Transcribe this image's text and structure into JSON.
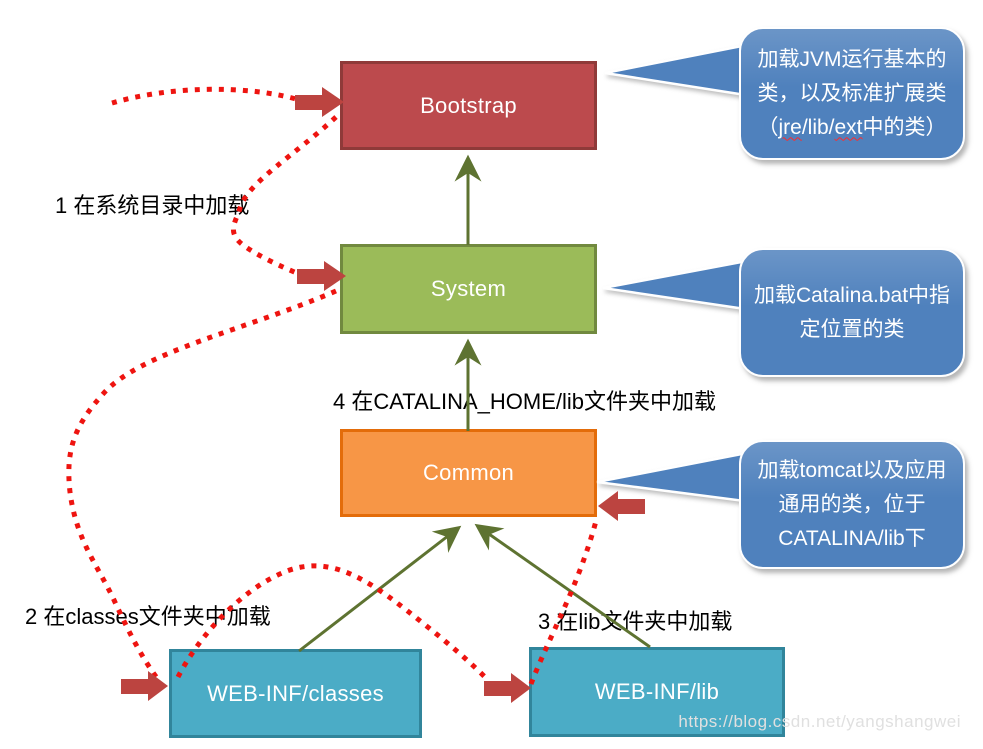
{
  "boxes": {
    "bootstrap": {
      "label": "Bootstrap"
    },
    "system": {
      "label": "System"
    },
    "common": {
      "label": "Common"
    },
    "webinf_classes": {
      "label": "WEB-INF/classes"
    },
    "webinf_lib": {
      "label": "WEB-INF/lib"
    }
  },
  "labels": {
    "step1": "1 在系统目录中加载",
    "step4": "4 在CATALINA_HOME/lib文件夹中加载",
    "step2": "2 在classes文件夹中加载",
    "step3": "3 在lib文件夹中加载"
  },
  "callouts": {
    "bootstrap_note": {
      "line1": "加载JVM运行基本的",
      "line2": "类，以及标准扩展类",
      "l3_open": "（",
      "l3_jre": "jre",
      "l3_mid": "/lib/",
      "l3_ext": "ext",
      "l3_close": "中的类）"
    },
    "system_note": {
      "line1": "加载Catalina.bat中指",
      "line2": "定位置的类"
    },
    "common_note": {
      "line1": "加载tomcat以及应用",
      "line2": "通用的类，位于",
      "line3": "CATALINA/lib下"
    }
  },
  "watermark": "https://blog.csdn.net/yangshangwei",
  "colors": {
    "bootstrap_fill": "#bc4a4d",
    "bootstrap_border": "#8f3a39",
    "system_fill": "#9bbb59",
    "system_border": "#71893f",
    "common_fill": "#f79646",
    "common_border": "#e36c0a",
    "web_fill": "#4bacc6",
    "web_border": "#31859b",
    "callout_fill": "#4f81bd",
    "callout_text": "#ffffff",
    "green_line": "#5e7331",
    "red_dots": "#ee1410",
    "red_arrow": "#bc4440",
    "label_color": "#000000",
    "watermark_color": "#e0e0e0"
  }
}
